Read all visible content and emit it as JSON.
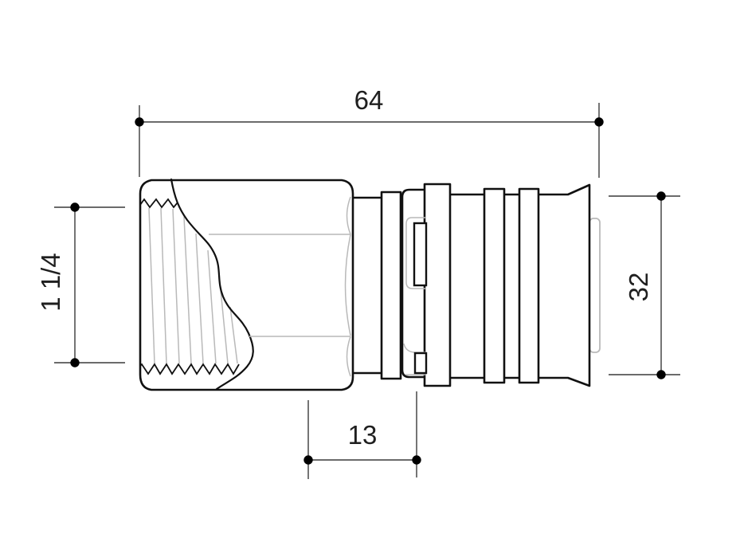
{
  "drawing": {
    "dimensions": {
      "overall_length": "64",
      "outer_diameter": "32",
      "press_sleeve_depth": "13",
      "thread_size": "1 1/4"
    },
    "colors": {
      "outline": "#111111",
      "detail_gray": "#b9b9b9",
      "dimension_line": "#3a3a3a",
      "marker_dot": "#000000",
      "background": "#ffffff"
    }
  }
}
